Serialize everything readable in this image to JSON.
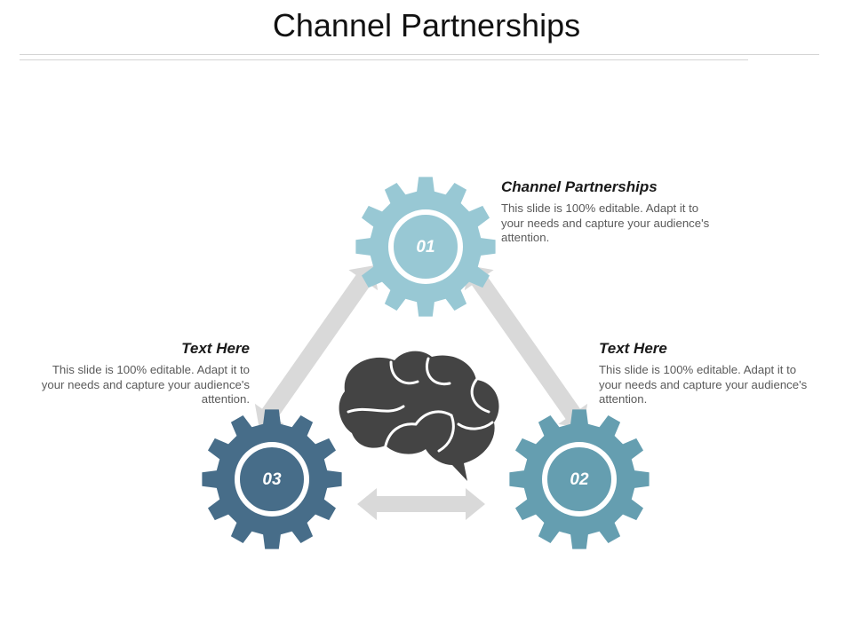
{
  "slide": {
    "title": "Channel Partnerships"
  },
  "gears": [
    {
      "number": "01",
      "color": "#98c8d4"
    },
    {
      "number": "02",
      "color": "#659eb0"
    },
    {
      "number": "03",
      "color": "#476d89"
    }
  ],
  "blocks": [
    {
      "heading": "Channel Partnerships",
      "body": "This slide is 100% editable. Adapt it to your needs and capture your audience's attention."
    },
    {
      "heading": "Text Here",
      "body": "This slide is 100% editable. Adapt it to your needs and capture your audience's attention."
    },
    {
      "heading": "Text Here",
      "body": "This slide is 100% editable. Adapt it to your needs and capture your audience's attention."
    }
  ],
  "icons": {
    "center": "brain-icon",
    "connectors": "double-arrow-icon"
  },
  "colors": {
    "arrow": "#d9d9d9",
    "brain": "#444444",
    "rule": "#d4d4d4"
  }
}
